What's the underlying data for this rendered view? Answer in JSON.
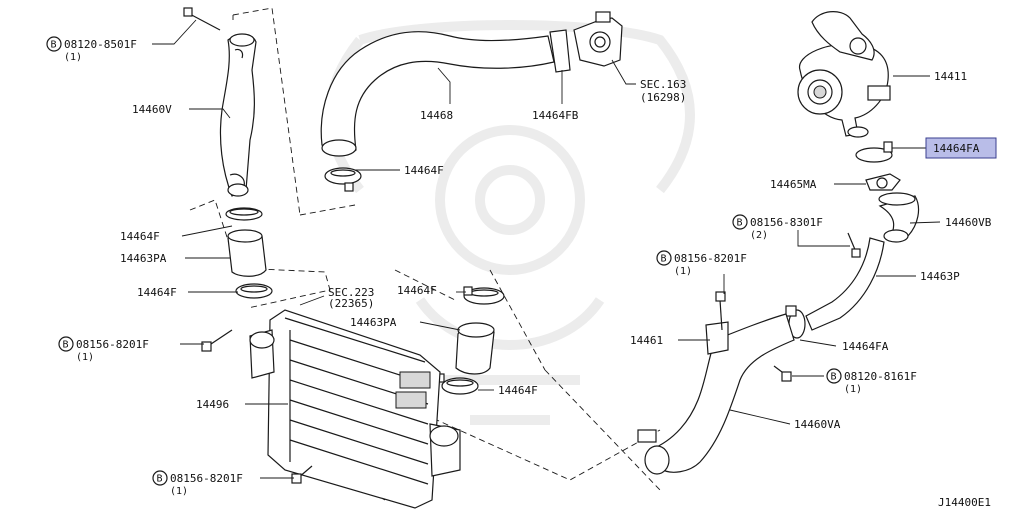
{
  "diagram_code": "J14400E1",
  "highlight_color": "#b9bde8",
  "bolt_prefix": "B",
  "parts": {
    "p14460V": "14460V",
    "p14468": "14468",
    "p14464FB": "14464FB",
    "sec163": "SEC.163",
    "sec163_sub": "(16298)",
    "p14411": "14411",
    "p14464FA_top": "14464FA",
    "p14465MA": "14465MA",
    "p14460VB": "14460VB",
    "p14463P": "14463P",
    "p14464F_hose": "14464F",
    "p14464F_left1": "14464F",
    "p14463PA_left": "14463PA",
    "p14464F_left2": "14464F",
    "sec223": "SEC.223",
    "sec223_sub": "(22365)",
    "p14464F_mid1": "14464F",
    "p14463PA_mid": "14463PA",
    "p14464F_mid2": "14464F",
    "p14461": "14461",
    "p14464FA_low": "14464FA",
    "p14460VA": "14460VA",
    "p14496": "14496"
  },
  "bolts": {
    "b1": {
      "code": "08120-8501F",
      "qty": "(1)"
    },
    "b2": {
      "code": "08156-8201F",
      "qty": "(1)"
    },
    "b3": {
      "code": "08156-8201F",
      "qty": "(1)"
    },
    "b4": {
      "code": "08156-8301F",
      "qty": "(2)"
    },
    "b5": {
      "code": "08156-8201F",
      "qty": "(1)"
    },
    "b6": {
      "code": "08120-8161F",
      "qty": "(1)"
    }
  }
}
